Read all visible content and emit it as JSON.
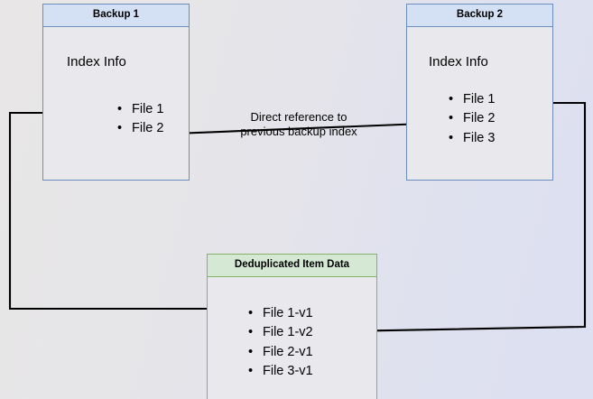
{
  "diagram": {
    "title_note": "Backup deduplication index reference diagram",
    "background": {
      "from_color": "#e8e6e6",
      "to_color": "#dce0f1"
    },
    "colors": {
      "blue_border": "#6c8ebf",
      "blue_header_fill": "#d4e1f5",
      "green_border": "#82b366",
      "green_header_fill": "#d5e8d4",
      "node_body_fill": "#e9e8ec",
      "edge_stroke": "#000000"
    },
    "nodes": {
      "backup1": {
        "header": "Backup 1",
        "section_label": "Index Info",
        "items": [
          "File 1",
          "File 2"
        ]
      },
      "backup2": {
        "header": "Backup 2",
        "section_label": "Index Info",
        "items": [
          "File 1",
          "File 2",
          "File 3"
        ]
      },
      "dedup": {
        "header": "Deduplicated Item Data",
        "items": [
          "File 1-v1",
          "File 1-v2",
          "File 2-v1",
          "File 3-v1"
        ]
      }
    },
    "edges": {
      "reference": {
        "label": "Direct reference to\nprevious backup index",
        "from": "Backup 2 : File 2",
        "to": "Backup 1 : File 2"
      },
      "backup1_to_dedup": {
        "label": "",
        "from": "Backup 1 : File 1",
        "to": "Deduplicated Item Data : File 1-v1"
      },
      "backup2_to_dedup": {
        "label": "",
        "from": "Backup 2 : File 1",
        "to": "Deduplicated Item Data : File 1-v2"
      }
    }
  }
}
